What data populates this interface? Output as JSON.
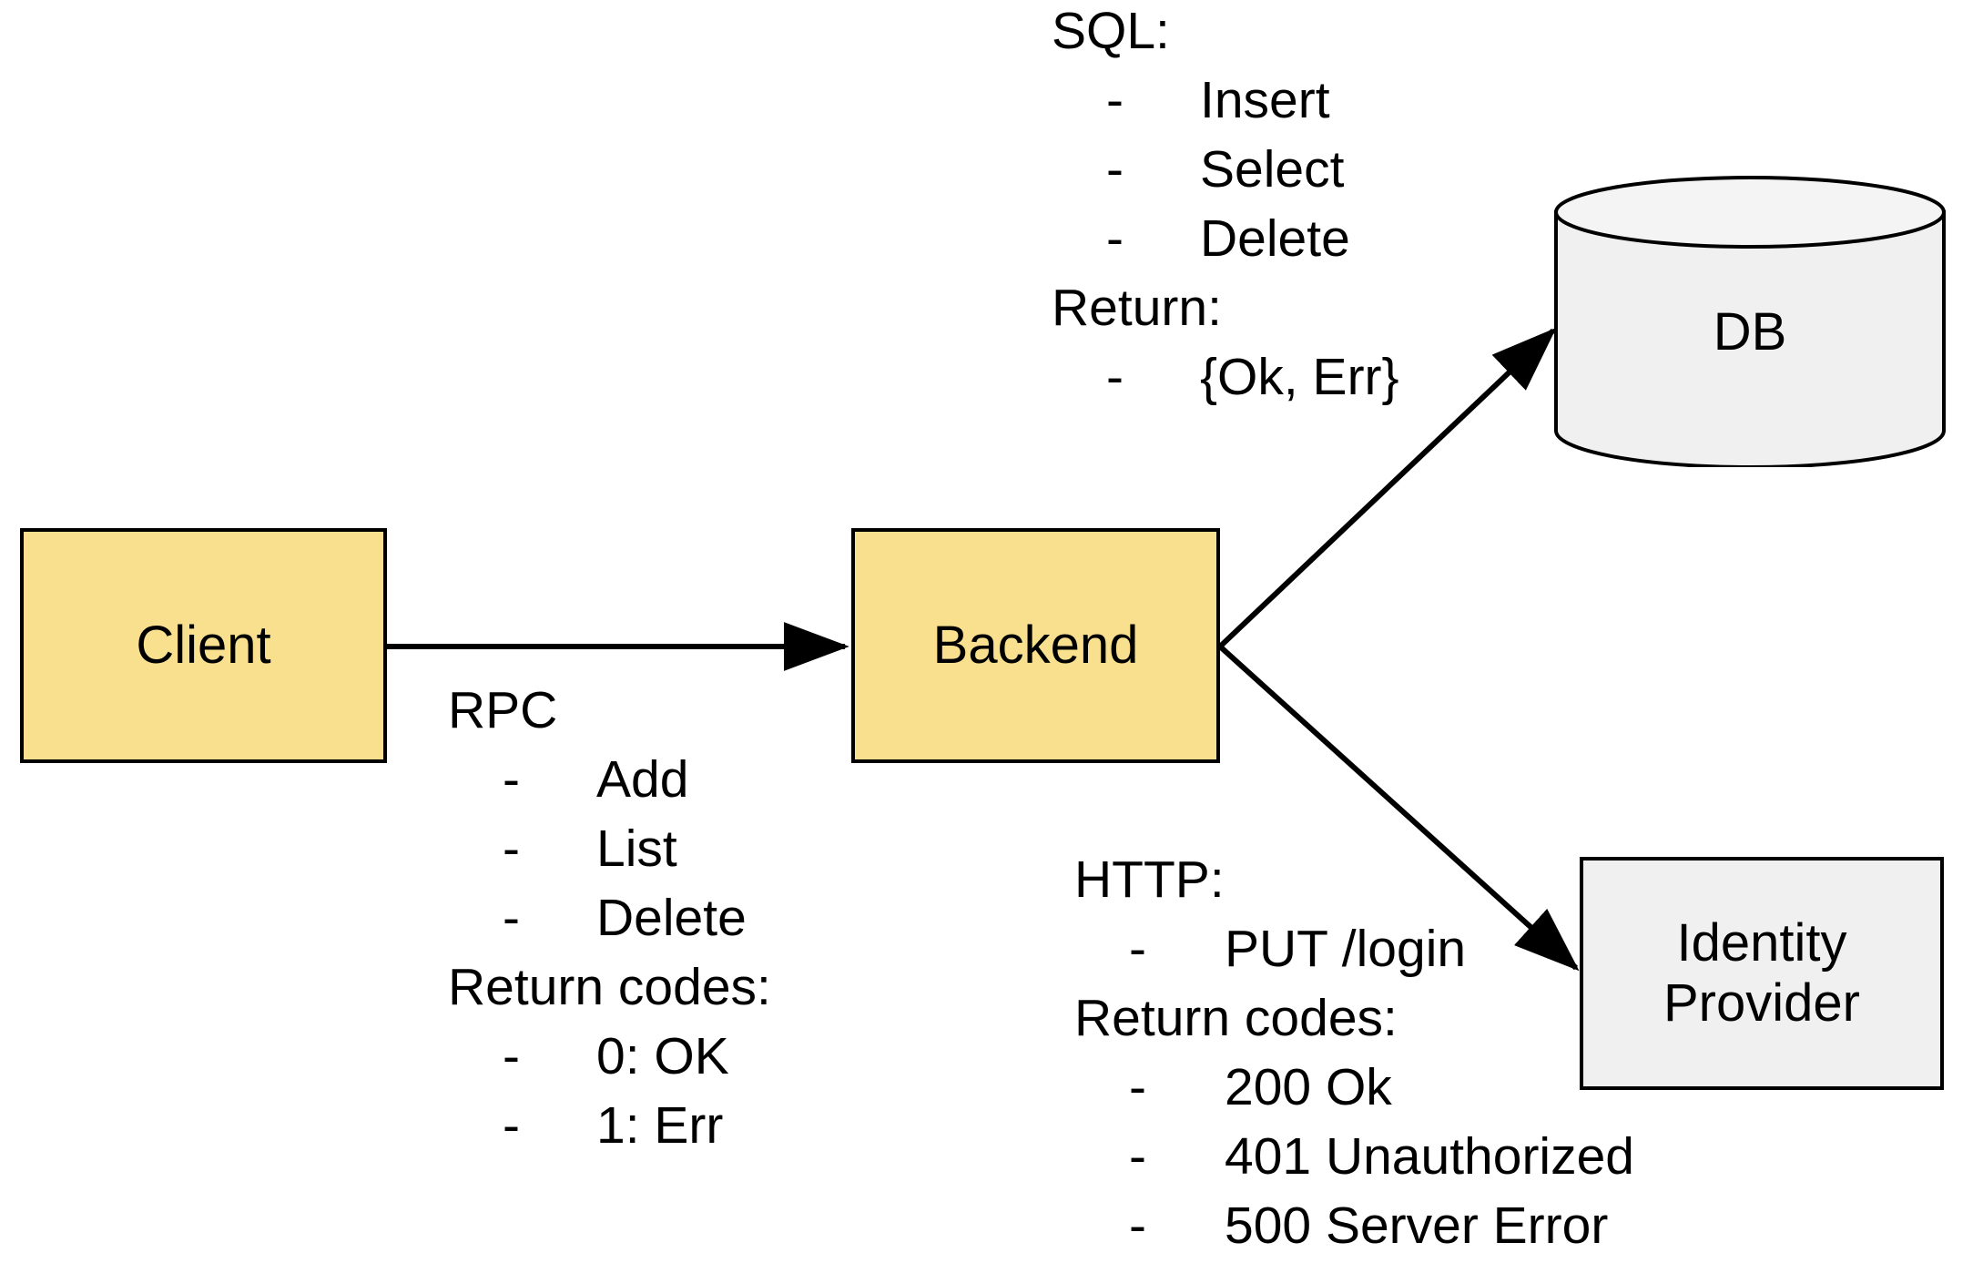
{
  "diagram": {
    "title": "Client / Backend / DB / Identity Provider architecture",
    "colors": {
      "service_fill": "#F8E08E",
      "store_fill": "#F0F0F0",
      "stroke": "#000000",
      "text": "#000000",
      "background": "#FFFFFF"
    }
  },
  "nodes": {
    "client": {
      "label": "Client",
      "shape": "rectangle",
      "fill": "#F8E08E"
    },
    "backend": {
      "label": "Backend",
      "shape": "rectangle",
      "fill": "#F8E08E"
    },
    "db": {
      "label": "DB",
      "shape": "cylinder",
      "fill": "#F0F0F0"
    },
    "identity_provider": {
      "label": "Identity\nProvider",
      "shape": "rectangle",
      "fill": "#F0F0F0"
    }
  },
  "edges": {
    "client_to_backend": {
      "from": "Client",
      "to": "Backend",
      "protocol": "RPC",
      "arrow": "right"
    },
    "backend_to_db": {
      "from": "Backend",
      "to": "DB",
      "protocol": "SQL",
      "arrow": "up-right"
    },
    "backend_to_idp": {
      "from": "Backend",
      "to": "Identity Provider",
      "protocol": "HTTP",
      "arrow": "down-right"
    }
  },
  "annotations": {
    "sql": {
      "heading": "SQL:",
      "items": [
        "Insert",
        "Select",
        "Delete"
      ],
      "return_heading": "Return:",
      "return_items": [
        "{Ok, Err}"
      ],
      "bullet": "-"
    },
    "rpc": {
      "heading": "RPC",
      "items": [
        "Add",
        "List",
        "Delete"
      ],
      "return_heading": "Return codes:",
      "return_items": [
        "0: OK",
        "1: Err"
      ],
      "bullet": "-"
    },
    "http": {
      "heading": "HTTP:",
      "items": [
        "PUT /login"
      ],
      "return_heading": "Return codes:",
      "return_items": [
        "200 Ok",
        "401 Unauthorized",
        "500 Server Error"
      ],
      "bullet": "-"
    }
  }
}
